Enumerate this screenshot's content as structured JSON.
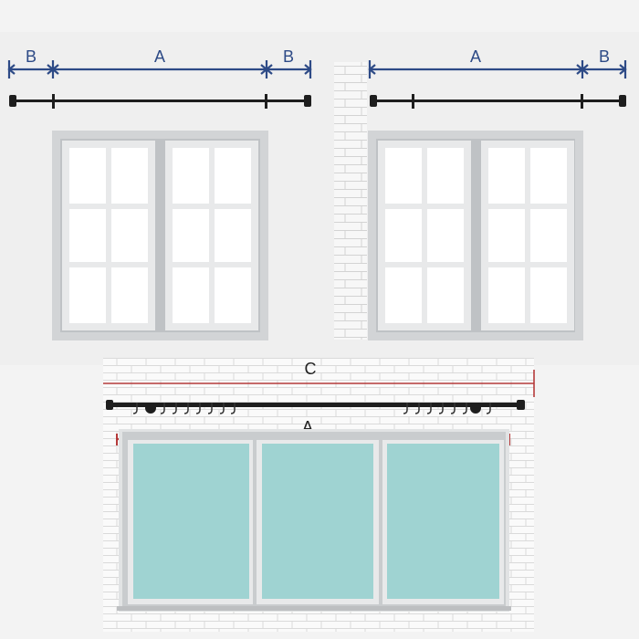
{
  "labels": {
    "top_left_b_left": "B",
    "top_left_a": "A",
    "top_left_b_right": "B",
    "top_right_a": "A",
    "top_right_b": "B",
    "bottom_c": "C",
    "bottom_a": "A"
  },
  "colors": {
    "background": "#f3f3f3",
    "panel": "#efefef",
    "dimension_blue": "#2d4a86",
    "dimension_red": "#b53a3a",
    "rod": "#1e1e1e",
    "window_frame": "#d2d4d6",
    "window_glass_clear": "#ffffff",
    "window_glass_tinted": "#9fd3d2",
    "brick": "#fafafa",
    "mortar": "#d9d9d9"
  }
}
